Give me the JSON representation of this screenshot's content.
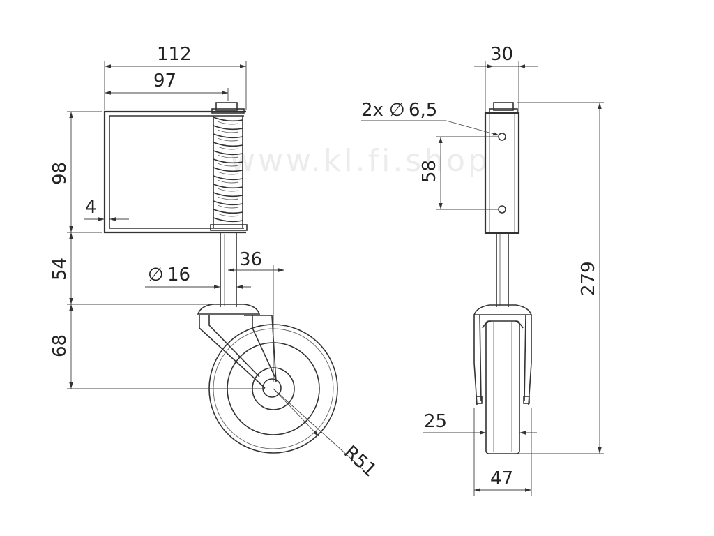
{
  "watermark": "www.kl.fi.shop",
  "side_view": {
    "overall_width": "112",
    "plate_width": "97",
    "plate_height": "98",
    "plate_thickness": "4",
    "stem_length": "54",
    "stem_diameter_symbol": "∅",
    "stem_diameter": "16",
    "offset": "36",
    "fork_height": "68",
    "wheel_radius": "R51"
  },
  "front_view": {
    "top_width": "30",
    "holes_label_prefix": "2x",
    "holes_symbol": "∅",
    "holes_diameter": "6,5",
    "hole_spacing": "58",
    "total_height": "279",
    "tread_width": "25",
    "wheel_width": "47"
  }
}
